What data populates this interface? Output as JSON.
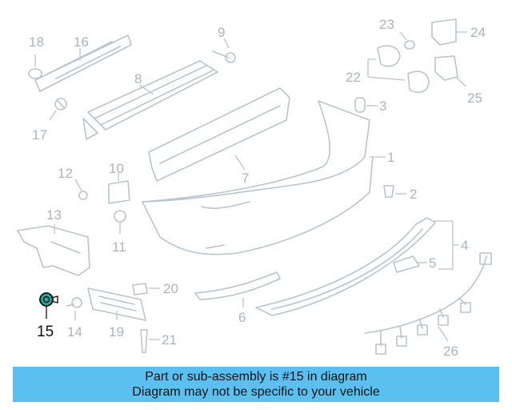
{
  "diagram": {
    "labels": {
      "p1": "1",
      "p2": "2",
      "p3": "3",
      "p4": "4",
      "p5": "5",
      "p6": "6",
      "p7": "7",
      "p8": "8",
      "p9": "9",
      "p10": "10",
      "p11": "11",
      "p12": "12",
      "p13": "13",
      "p14": "14",
      "p15": "15",
      "p16": "16",
      "p17": "17",
      "p18": "18",
      "p19": "19",
      "p20": "20",
      "p21": "21",
      "p22": "22",
      "p23": "23",
      "p24": "24",
      "p25": "25",
      "p26": "26"
    },
    "highlighted_part": "15",
    "colors": {
      "line_art": "#b9c4cf",
      "highlight": "#111111",
      "highlight_fill": "#2aa6a0",
      "banner": "#5bc0f0"
    }
  },
  "banner": {
    "line1": "Part or sub-assembly is #15 in diagram",
    "line2": "Diagram may not be specific to your vehicle"
  }
}
